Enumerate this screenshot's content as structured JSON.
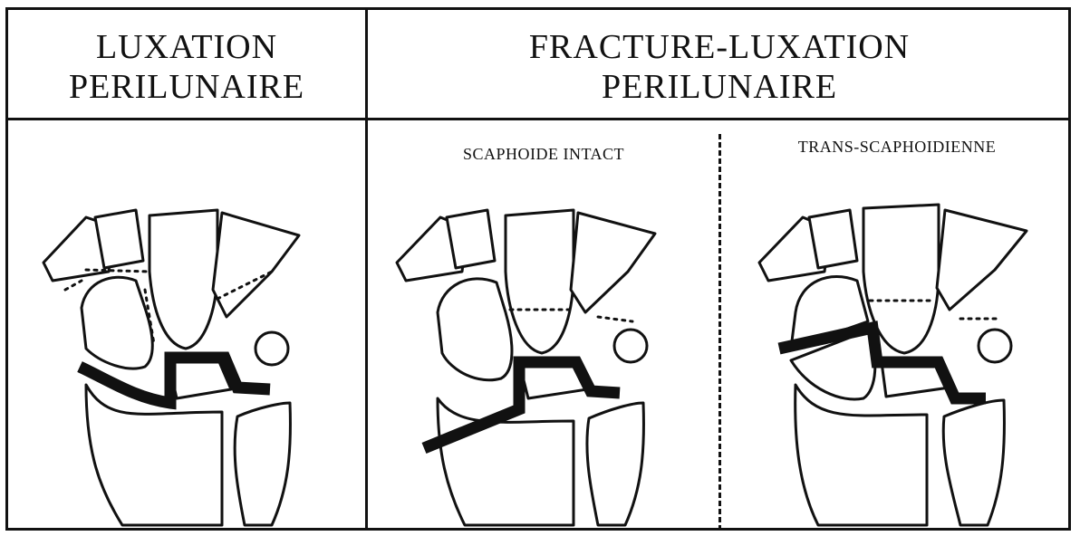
{
  "headers": {
    "left": {
      "line1": "LUXATION",
      "line2": "PERILUNAIRE"
    },
    "right": {
      "line1": "FRACTURE-LUXATION",
      "line2": "PERILUNAIRE"
    }
  },
  "subheaders": {
    "middle": "SCAPHOIDE INTACT",
    "right": "TRANS-SCAPHOIDIENNE"
  },
  "colors": {
    "line": "#111111",
    "background": "#ffffff"
  }
}
